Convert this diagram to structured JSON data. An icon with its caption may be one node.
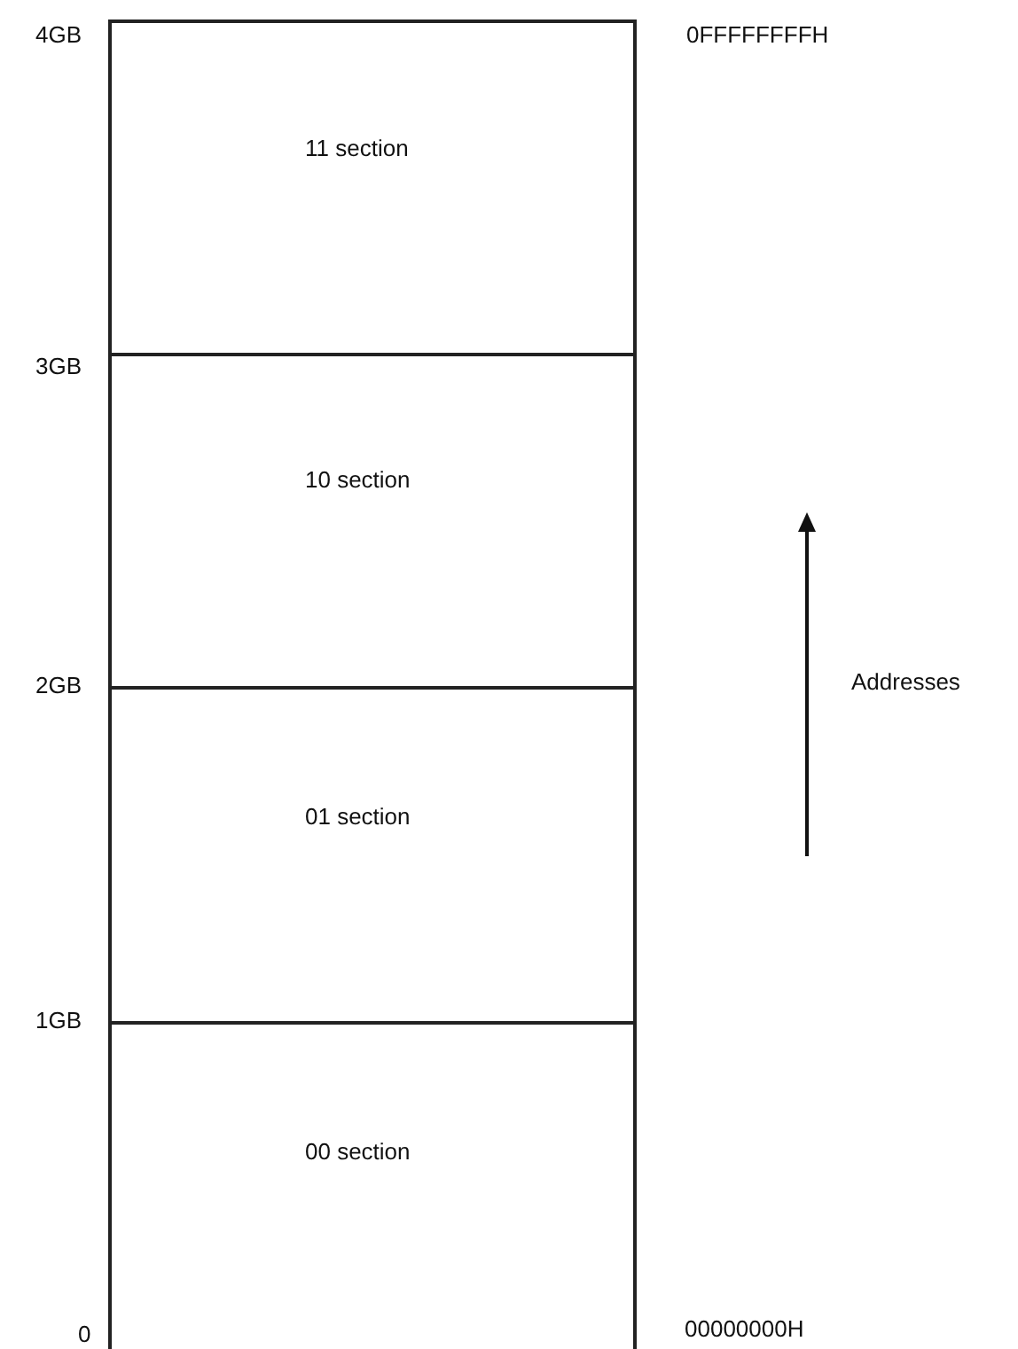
{
  "diagram": {
    "nodes": [
      {
        "text": [
          "11 section"
        ]
      },
      {
        "text": [
          "10 section"
        ]
      },
      {
        "text": [
          "01 section"
        ]
      },
      {
        "text": [
          "00 section"
        ]
      }
    ],
    "labels": [
      "4GB",
      "0FFFFFFFFH",
      "3GB",
      "2GB",
      "Addresses",
      "1GB",
      "0",
      "00000000H"
    ]
  }
}
